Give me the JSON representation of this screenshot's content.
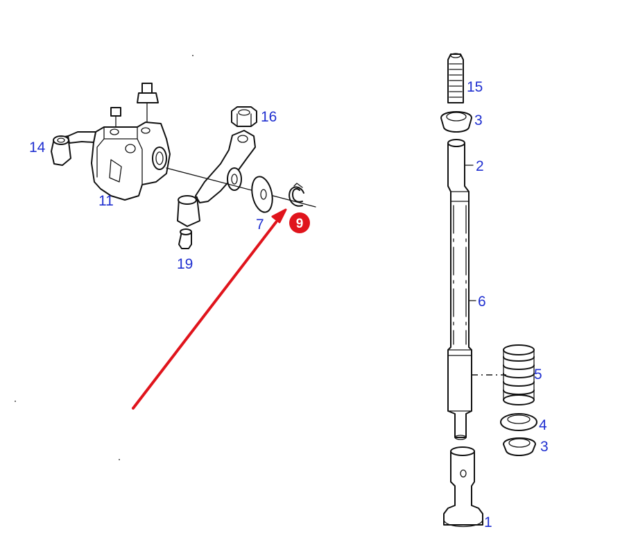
{
  "labels": {
    "p1": "1",
    "p2": "2",
    "p3_top": "3",
    "p3_bottom": "3",
    "p4": "4",
    "p5": "5",
    "p6": "6",
    "p7": "7",
    "p9": "9",
    "p11": "11",
    "p14": "14",
    "p15": "15",
    "p16": "16",
    "p19": "19"
  },
  "colors": {
    "label": "#1f2fd0",
    "arrow": "#e0141c",
    "badge": "#e0141c",
    "ink": "#111111"
  },
  "highlight": {
    "part": "9",
    "indicator": "red-arrow"
  }
}
